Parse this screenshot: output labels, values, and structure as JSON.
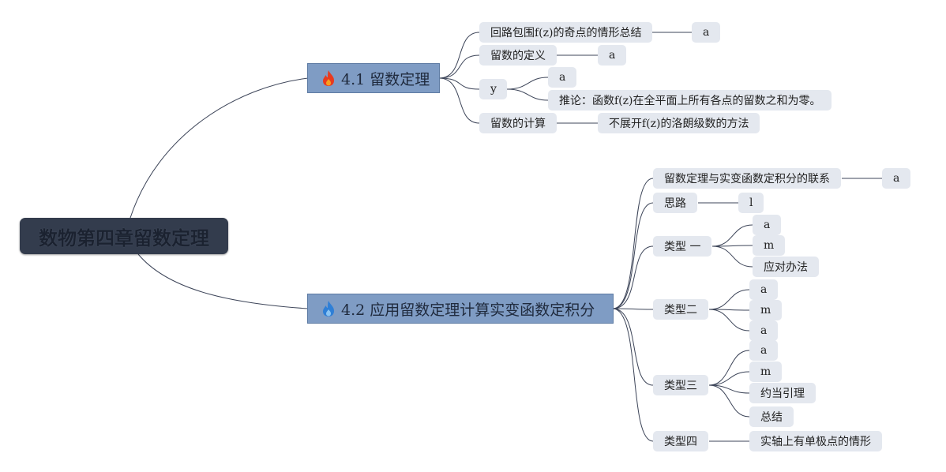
{
  "colors": {
    "root_bg": "#333c4d",
    "main_bg": "#7f9cc4",
    "leaf_bg": "#e4e8ef",
    "line": "#3c4458",
    "fire_red": "#e83a1e",
    "fire_blue": "#2f7fd6"
  },
  "root": {
    "title": "数物第四章留数定理"
  },
  "sections": [
    {
      "icon": "fire-red-icon",
      "title": "4.1 留数定理",
      "children": [
        {
          "label": "回路包围f(z)的奇点的情形总结",
          "children": [
            "a"
          ]
        },
        {
          "label": "留数的定义",
          "children": [
            "a"
          ]
        },
        {
          "label": "y",
          "children": [
            "a",
            "推论：函数f(z)在全平面上所有各点的留数之和为零。"
          ]
        },
        {
          "label": "留数的计算",
          "children": [
            "不展开f(z)的洛朗级数的方法"
          ]
        }
      ]
    },
    {
      "icon": "fire-blue-icon",
      "title": "4.2 应用留数定理计算实变函数定积分",
      "children": [
        {
          "label": "留数定理与实变函数定积分的联系",
          "children": [
            "a"
          ]
        },
        {
          "label": "思路",
          "children": [
            "l"
          ]
        },
        {
          "label": "类型 一",
          "children": [
            "a",
            "m",
            "应对办法"
          ]
        },
        {
          "label": "类型二",
          "children": [
            "a",
            "m",
            "a"
          ]
        },
        {
          "label": "类型三",
          "children": [
            "a",
            "m",
            "约当引理",
            "总结"
          ]
        },
        {
          "label": "类型四",
          "children": [
            "实轴上有单极点的情形"
          ]
        }
      ]
    }
  ]
}
